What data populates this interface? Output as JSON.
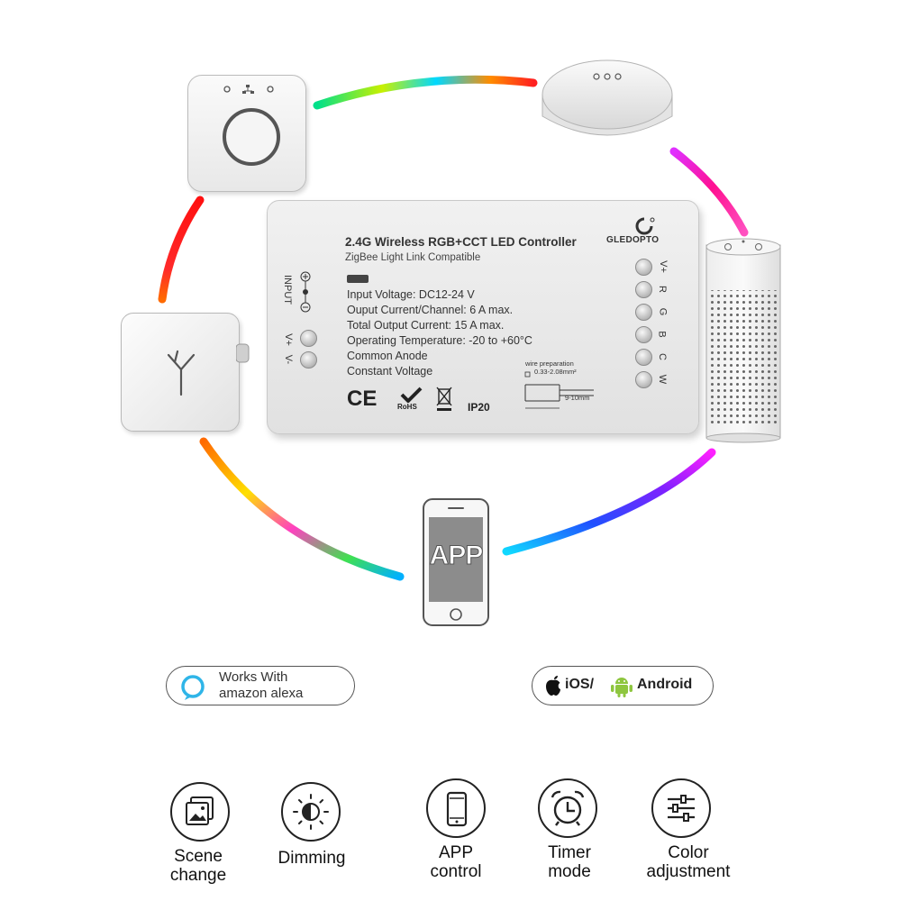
{
  "controller": {
    "title": "2.4G Wireless RGB+CCT LED Controller",
    "subtitle": "ZigBee Light Link Compatible",
    "brand": "GLEDOPTO",
    "specs": [
      "Input Voltage: DC12-24 V",
      "Ouput Current/Channel: 6 A max.",
      "Total Output Current:  15 A max.",
      "Operating Temperature: -20 to +60°C",
      "Common Anode",
      "Constant Voltage"
    ],
    "input_label": "INPUT",
    "input_terminals": [
      "V+",
      "V-"
    ],
    "output_terminals": [
      "V+",
      "R",
      "G",
      "B",
      "C",
      "W"
    ],
    "certs": {
      "ce": "CE",
      "rohs": "RoHS",
      "ip": "IP20"
    },
    "wire": {
      "title": "wire preparation",
      "gauge": "0.33-2.08mm²",
      "strip": "9-10mm"
    }
  },
  "app_screen": {
    "label": "APP"
  },
  "badges": {
    "alexa": {
      "line1": "Works With",
      "line2": "amazon alexa"
    },
    "os": {
      "ios": "iOS/",
      "android": "Android"
    }
  },
  "features": [
    {
      "icon": "scene-change-icon",
      "label": "Scene\nchange"
    },
    {
      "icon": "dimming-icon",
      "label": "Dimming"
    },
    {
      "icon": "phone-icon",
      "label": "APP\ncontrol"
    },
    {
      "icon": "alarm-clock-icon",
      "label": "Timer\nmode"
    },
    {
      "icon": "sliders-icon",
      "label": "Color\nadjustment"
    }
  ],
  "colors": {
    "alexa_blue": "#2fb5e8",
    "android_green": "#8ec63f"
  }
}
